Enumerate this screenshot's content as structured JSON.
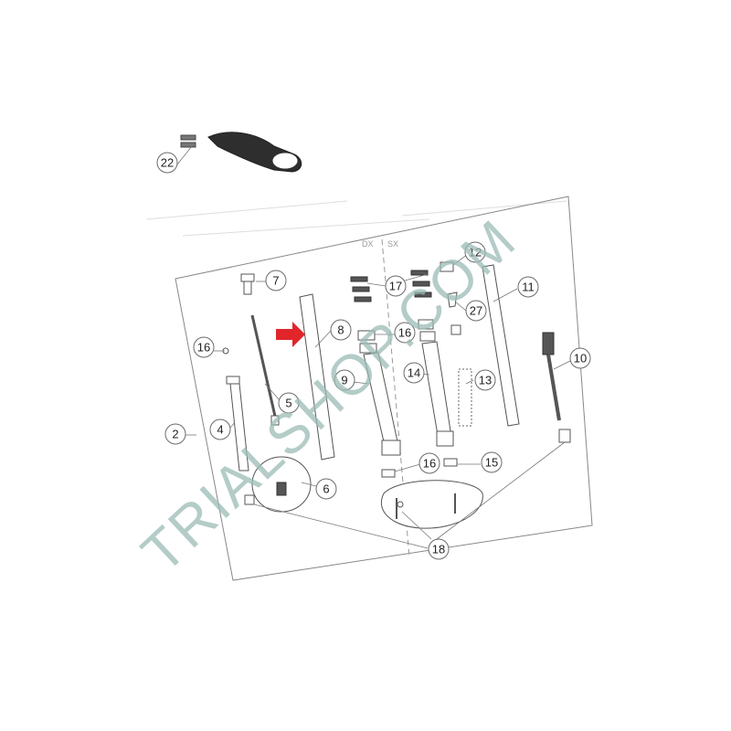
{
  "watermark": "TRIALSHOP.COM",
  "side_labels": {
    "left": "DX",
    "right": "SX"
  },
  "callouts": {
    "c22": "22",
    "c7": "7",
    "c17": "17",
    "c12": "12",
    "c11": "11",
    "c27": "27",
    "c8": "8",
    "c16a": "16",
    "c16b": "16",
    "c16c": "16",
    "c9": "9",
    "c14": "14",
    "c13": "13",
    "c10": "10",
    "c2": "2",
    "c4": "4",
    "c5": "5",
    "c6": "6",
    "c15": "15",
    "c18": "18"
  },
  "colors": {
    "arrow": "#e0262b",
    "watermark": "#9bbcb6",
    "line": "#666666"
  },
  "icons": {
    "highlight": "red-arrow-icon"
  }
}
